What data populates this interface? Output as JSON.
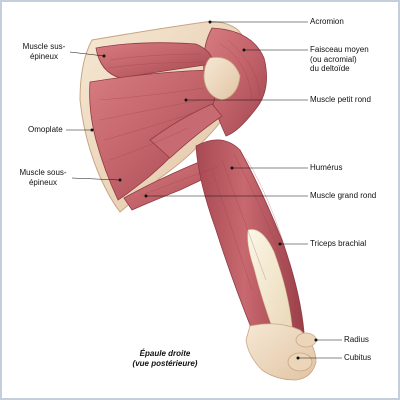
{
  "labels": {
    "acromion": "Acromion",
    "faisceau_moyen": [
      "Faisceau moyen",
      "(ou acromial)",
      "du deltoïde"
    ],
    "petit_rond": "Muscle petit rond",
    "humerus": "Humérus",
    "grand_rond": "Muscle grand rond",
    "triceps": "Triceps brachial",
    "radius": "Radius",
    "cubitus": "Cubitus",
    "sus_epineux": [
      "Muscle sus-",
      "épineux"
    ],
    "omoplate": "Omoplate",
    "sous_epineux": [
      "Muscle sous-",
      "épineux"
    ]
  },
  "caption": [
    "Épaule droite",
    "(vue postérieure)"
  ],
  "colors": {
    "muscle": "#c2636a",
    "muscle_dark": "#8f3b44",
    "bone": "#f1dcc3",
    "tendon": "#f6efd9",
    "leader": "#111111",
    "frame": "#c4cfdc"
  }
}
